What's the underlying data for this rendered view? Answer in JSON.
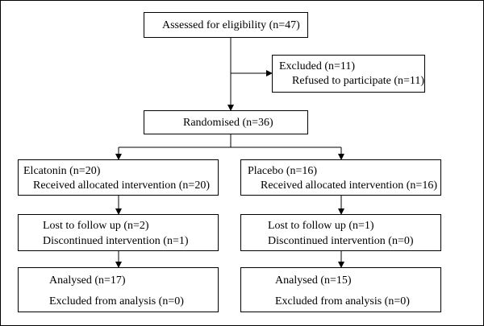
{
  "flowchart": {
    "assessed": "Assessed for eligibility (n=47)",
    "excluded": {
      "title": "Excluded (n=11)",
      "reason": "Refused to participate (n=11)"
    },
    "randomised": "Randomised (n=36)",
    "arms": [
      {
        "allocation": {
          "title": "Elcatonin (n=20)",
          "detail": "Received allocated intervention (n=20)"
        },
        "follow_up": {
          "lost": "Lost to follow up (n=2)",
          "discontinued": "Discontinued intervention (n=1)"
        },
        "analysis": {
          "analysed": "Analysed (n=17)",
          "excluded": "Excluded from analysis (n=0)"
        }
      },
      {
        "allocation": {
          "title": "Placebo (n=16)",
          "detail": "Received allocated intervention (n=16)"
        },
        "follow_up": {
          "lost": "Lost to follow up (n=1)",
          "discontinued": "Discontinued intervention (n=0)"
        },
        "analysis": {
          "analysed": "Analysed (n=15)",
          "excluded": "Excluded from analysis (n=0)"
        }
      }
    ]
  }
}
